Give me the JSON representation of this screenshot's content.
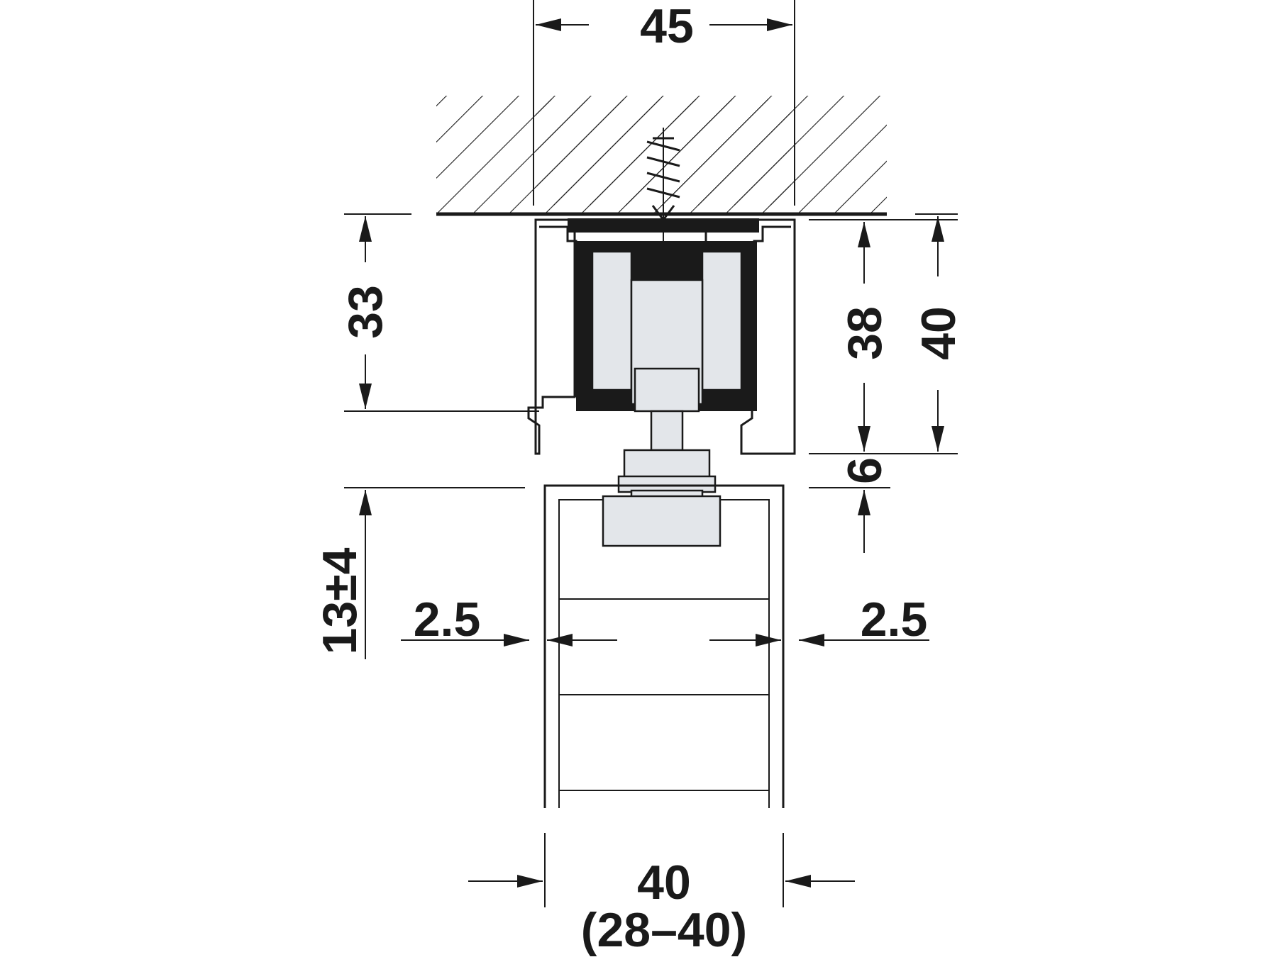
{
  "dimensions": {
    "top_width": "45",
    "left_height": "33",
    "right_inner_height": "38",
    "right_outer_height": "40",
    "gap": "6",
    "adjust": "13±4",
    "left_clearance": "2.5",
    "right_clearance": "2.5",
    "door_thickness": "40",
    "door_range": "(28–40)"
  }
}
